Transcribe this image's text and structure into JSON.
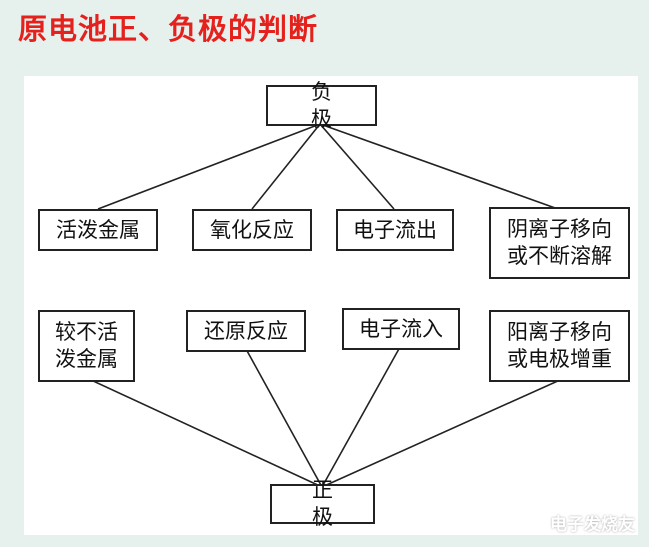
{
  "title": "原电池正、负极的判断",
  "nodes": {
    "negative": "负 极",
    "positive": "正 极",
    "neg_1": "活泼金属",
    "neg_2": "氧化反应",
    "neg_3": "电子流出",
    "neg_4": "阴离子移向\n或不断溶解",
    "pos_1": "较不活\n泼金属",
    "pos_2": "还原反应",
    "pos_3": "电子流入",
    "pos_4": "阳离子移向\n或电极增重"
  },
  "watermark": "电子发烧友",
  "colors": {
    "title": "#e4211c",
    "background": "#e6f1ee",
    "line": "#222222"
  }
}
